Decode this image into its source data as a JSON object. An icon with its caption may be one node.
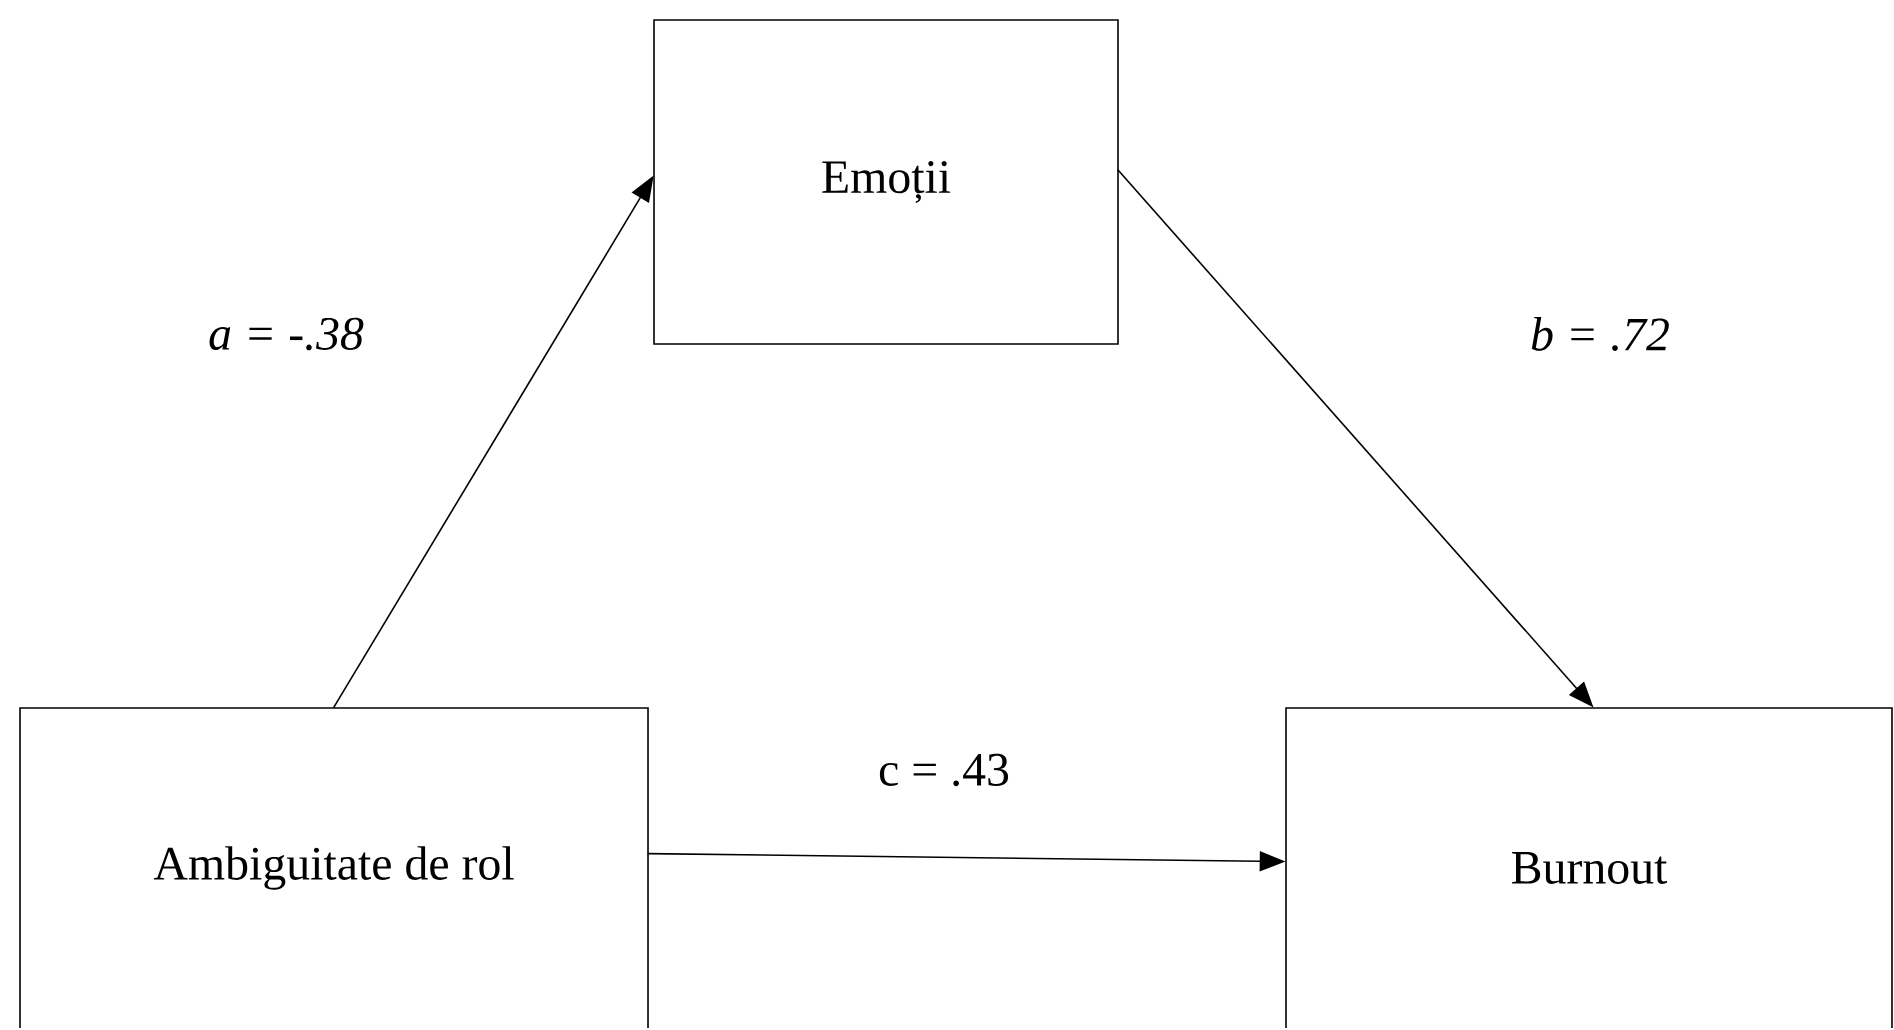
{
  "diagram": {
    "nodes": [
      {
        "text": [
          "Emoții"
        ]
      },
      {
        "text": [
          "Ambiguitate de rol"
        ]
      },
      {
        "text": [
          "Burnout"
        ]
      }
    ],
    "edges": [
      {
        "from": 1,
        "to": 0,
        "arrow": "to",
        "label": "a = -.38"
      },
      {
        "from": 0,
        "to": 2,
        "arrow": "to",
        "label": "b = .72"
      },
      {
        "from": 1,
        "to": 2,
        "arrow": "to",
        "label": "c = .43"
      }
    ]
  }
}
